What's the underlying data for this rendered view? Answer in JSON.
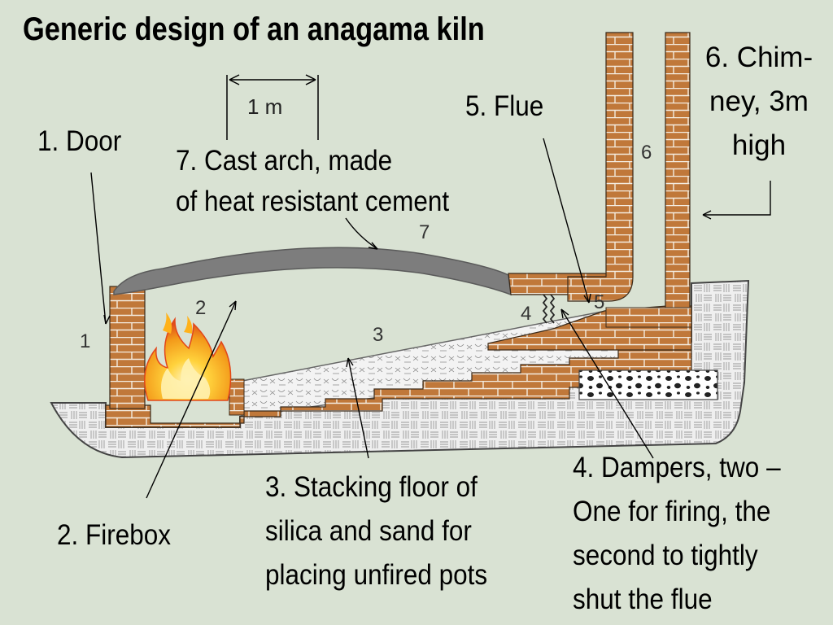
{
  "title": "Generic design of an anagama kiln",
  "scale_label": "1 m",
  "labels": {
    "door": "1.  Door",
    "firebox": "2.  Firebox",
    "stacking_floor": [
      "3. Stacking floor of",
      "silica and sand for",
      "placing unfired pots"
    ],
    "dampers": [
      "4. Dampers, two –",
      "One for firing, the",
      "second to tightly",
      "shut the flue"
    ],
    "flue": "5. Flue",
    "chimney": [
      "6. Chim-",
      "ney, 3m",
      "high"
    ],
    "cast_arch": [
      "7. Cast arch, made",
      "of heat resistant cement"
    ]
  },
  "diagram_numbers": [
    "1",
    "2",
    "3",
    "4",
    "5",
    "6",
    "7"
  ],
  "colors": {
    "background": "#d9e2d3",
    "brick": "#c0783a",
    "arch": "#7a7a7a",
    "body": "#eeeeee",
    "fire": "#f39a1a"
  }
}
